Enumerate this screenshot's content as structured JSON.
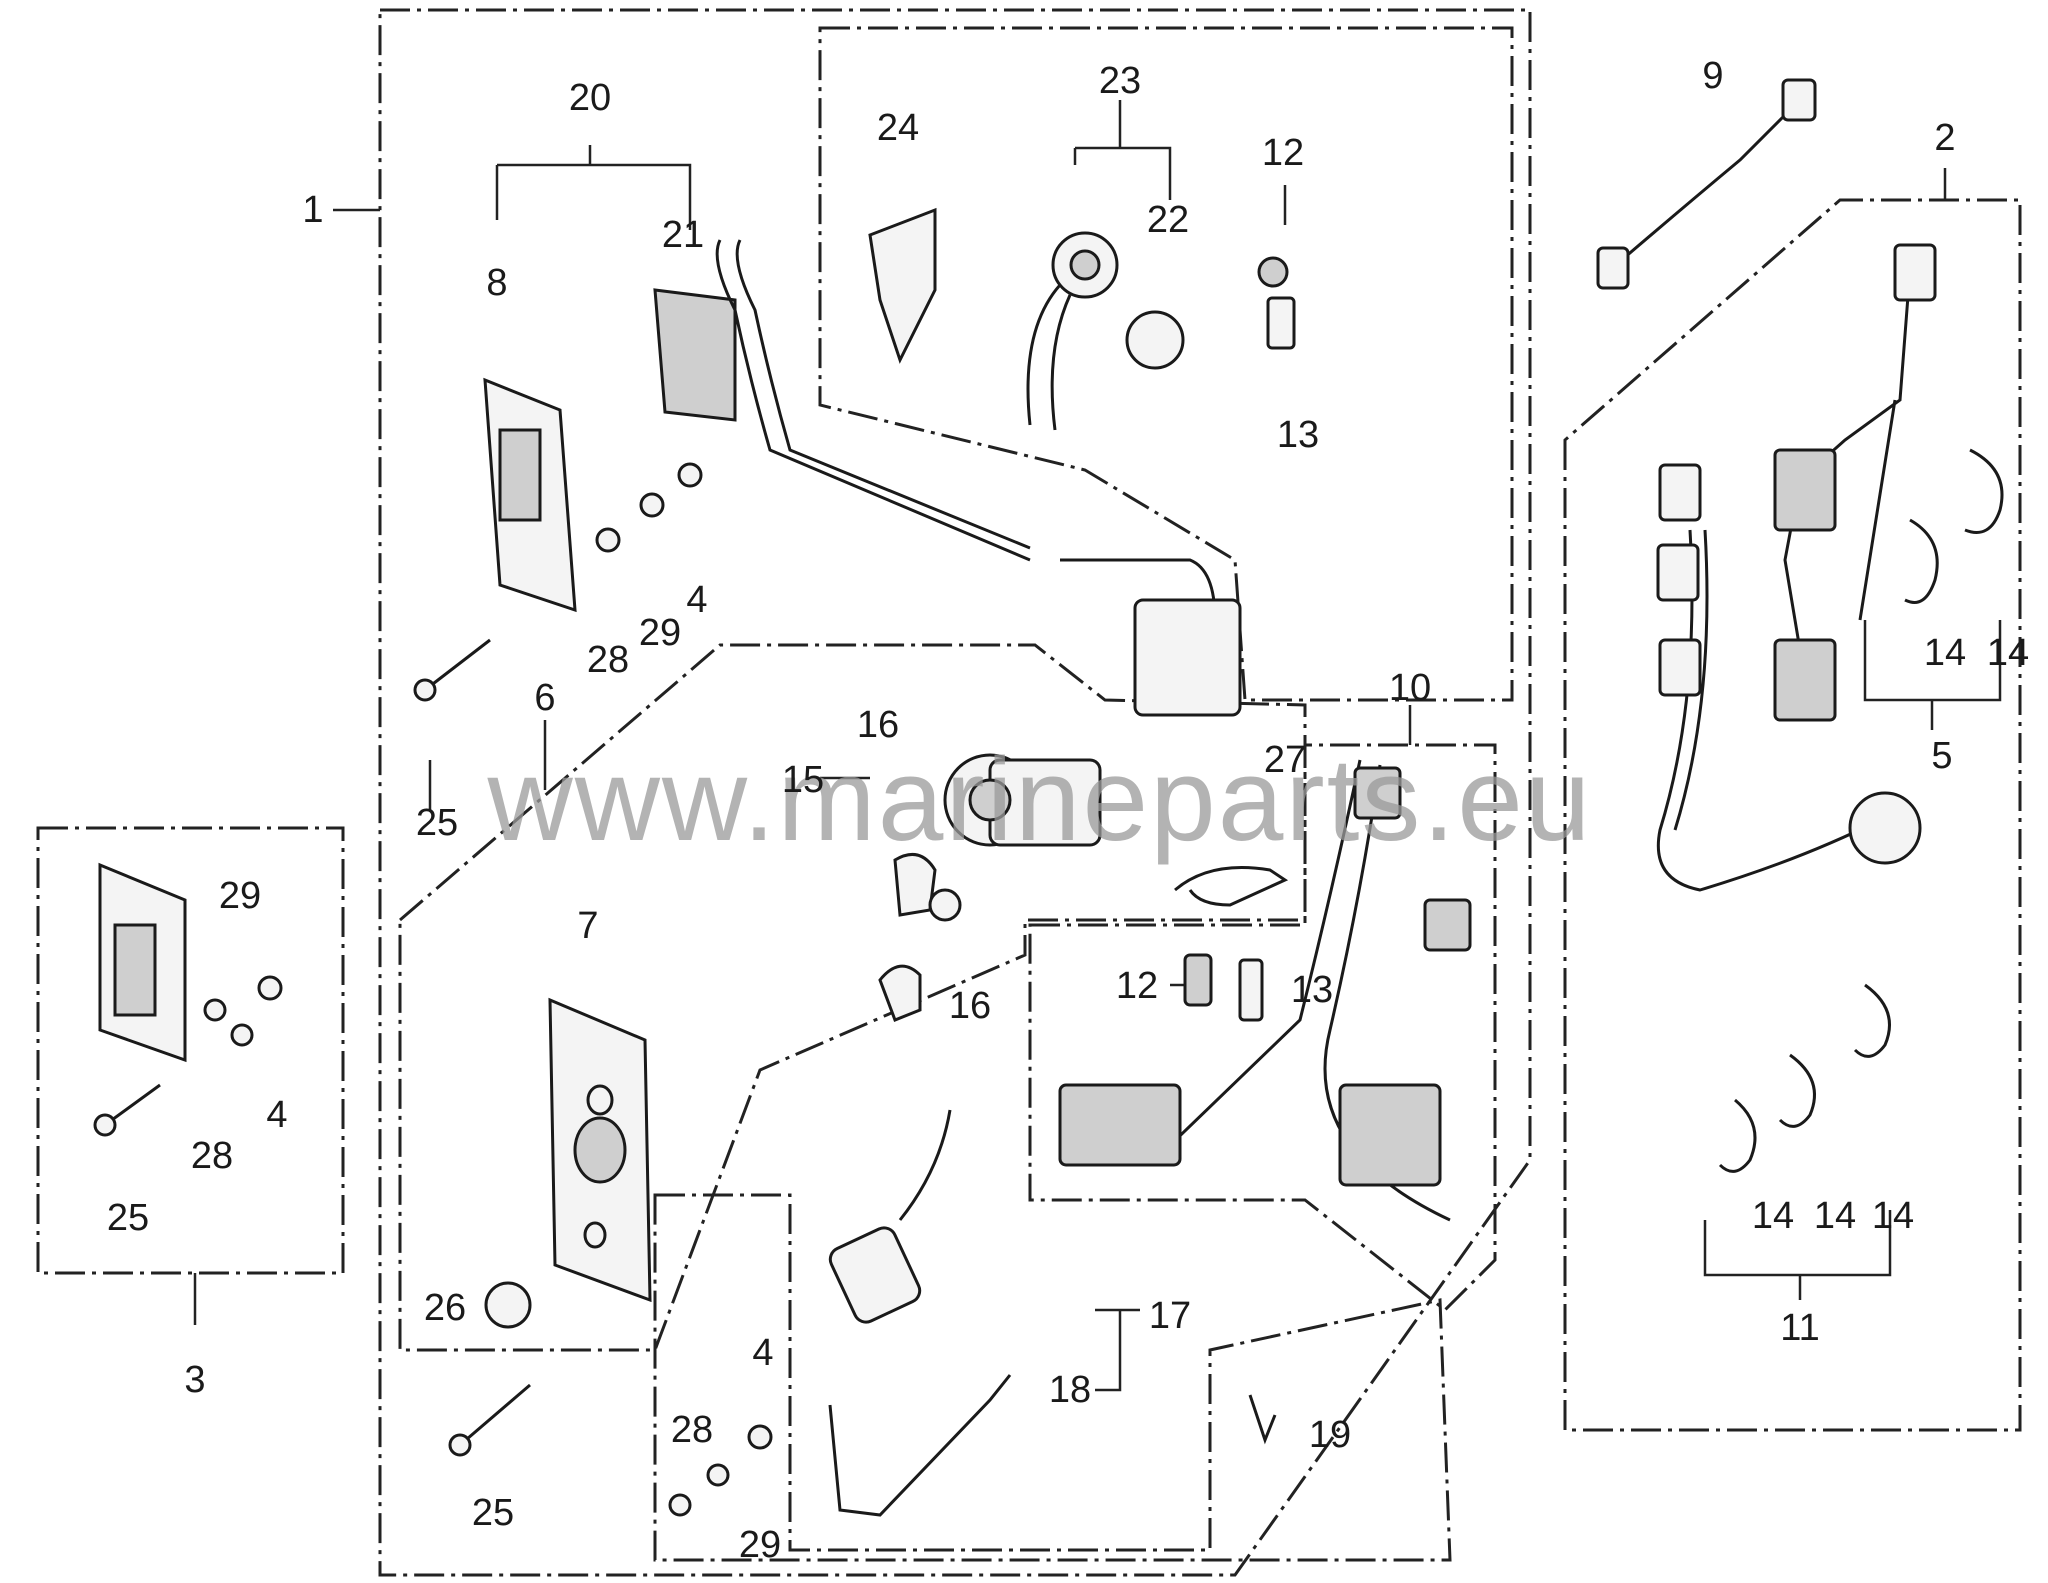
{
  "watermark": "www.marineparts.eu",
  "callouts": {
    "c1": "1",
    "c2": "2",
    "c3": "3",
    "c4a": "4",
    "c4b": "4",
    "c4c": "4",
    "c5": "5",
    "c6": "6",
    "c7": "7",
    "c8": "8",
    "c9": "9",
    "c10": "10",
    "c11": "11",
    "c12a": "12",
    "c12b": "12",
    "c13a": "13",
    "c13b": "13",
    "c14a": "14",
    "c14b": "14",
    "c14c": "14",
    "c14d": "14",
    "c14e": "14",
    "c15": "15",
    "c16a": "16",
    "c16b": "16",
    "c17": "17",
    "c18": "18",
    "c19": "19",
    "c20": "20",
    "c21": "21",
    "c22": "22",
    "c23": "23",
    "c24": "24",
    "c25a": "25",
    "c25b": "25",
    "c25c": "25",
    "c26": "26",
    "c27": "27",
    "c28a": "28",
    "c28b": "28",
    "c28c": "28",
    "c29a": "29",
    "c29b": "29",
    "c29c": "29"
  },
  "line_color": "#1a1a1a",
  "watermark_color": "#9a9a9a"
}
